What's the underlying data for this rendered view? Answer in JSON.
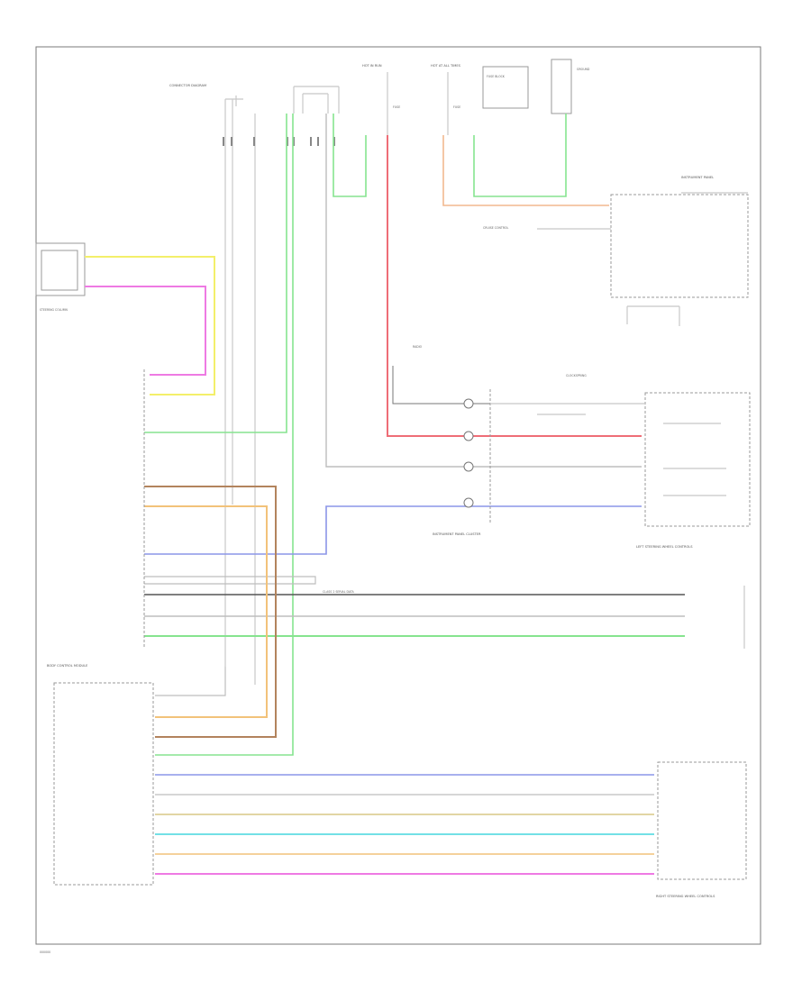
{
  "diagram": {
    "footer_code": "000000",
    "colors": {
      "yellow": "#f3ef6a",
      "pink": "#ee7ae3",
      "green": "#86e48f",
      "red": "#ee6d77",
      "orange": "#f2b98f",
      "blue": "#8c95e8",
      "black": "#555555",
      "gray": "#bdbdbd",
      "brown": "#b2835d",
      "tan": "#f2c27a",
      "cyan": "#73e0e6",
      "olive": "#d8c785"
    },
    "labels": {
      "upper_connector": "CONNECTOR DIAGRAM",
      "hot_in_run": "HOT IN RUN",
      "hot_at_all": "HOT AT ALL TIMES",
      "fuse_1": "FUSE",
      "fuse_2": "FUSE",
      "fuse_block": "FUSE BLOCK",
      "ground_right": "GROUND",
      "instrument_panel": "INSTRUMENT PANEL CLUSTER",
      "left_switch": "LEFT STEERING WHEEL CONTROLS",
      "steering_clock": "CLOCKSPRING",
      "radio_module": "RADIO",
      "body_control": "BODY CONTROL MODULE",
      "right_switches": "RIGHT STEERING WHEEL CONTROLS",
      "steering_column": "STEERING COLUMN",
      "upper_right_box": "INSTRUMENT PANEL",
      "cruise_ref": "CRUISE CONTROL",
      "class2_ref": "CLASS 2 SERIAL DATA"
    }
  }
}
